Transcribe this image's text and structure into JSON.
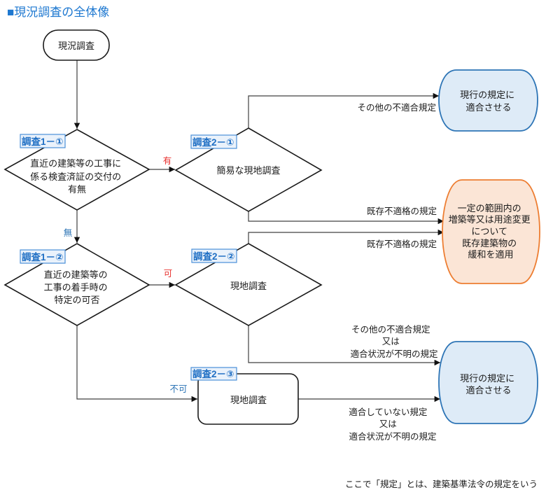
{
  "title": "■現況調査の全体像",
  "nodes": {
    "start": {
      "label": "現況調査"
    },
    "survey1_1": {
      "tag": "調査1－①",
      "lines": [
        "直近の建築等の工事に",
        "係る検査済証の交付の",
        "有無"
      ]
    },
    "survey1_2": {
      "tag": "調査1－②",
      "lines": [
        "直近の建築等の",
        "工事の着手時の",
        "特定の可否"
      ]
    },
    "survey2_1": {
      "tag": "調査2－①",
      "label": "簡易な現地調査"
    },
    "survey2_2": {
      "tag": "調査2－②",
      "label": "現地調査"
    },
    "survey2_3": {
      "tag": "調査2－③",
      "label": "現地調査"
    },
    "result_top": {
      "lines": [
        "現行の規定に",
        "適合させる"
      ]
    },
    "result_middle": {
      "lines": [
        "一定の範囲内の",
        "増築等又は用途変更",
        "について",
        "既存建築物の",
        "緩和を適用"
      ]
    },
    "result_bottom": {
      "lines": [
        "現行の規定に",
        "適合させる"
      ]
    }
  },
  "edge_labels": {
    "yes": "有",
    "no": "無",
    "possible": "可",
    "impossible": "不可",
    "other_nonconforming": "その他の不適合規定",
    "existing_nonconforming_1": "既存不適格の規定",
    "existing_nonconforming_2": "既存不適格の規定",
    "other_or_unknown": [
      "その他の不適合規定",
      "又は",
      "適合状況が不明の規定"
    ],
    "nonconforming_or_unknown": [
      "適合していない規定",
      "又は",
      "適合状況が不明の規定"
    ]
  },
  "footnote": "ここで「規定」とは、建築基準法令の規定をいう",
  "colors": {
    "title": "#1e78d0",
    "tag_text": "#1f6fc4",
    "tag_border": "#4a90d9",
    "tag_fill": "#eaf2fb",
    "yes_label": "#e8312e",
    "no_label": "#2e75b6",
    "blue_fill": "#deebf7",
    "blue_stroke": "#2e75b6",
    "orange_fill": "#fbe5d6",
    "orange_stroke": "#ed7d31"
  }
}
